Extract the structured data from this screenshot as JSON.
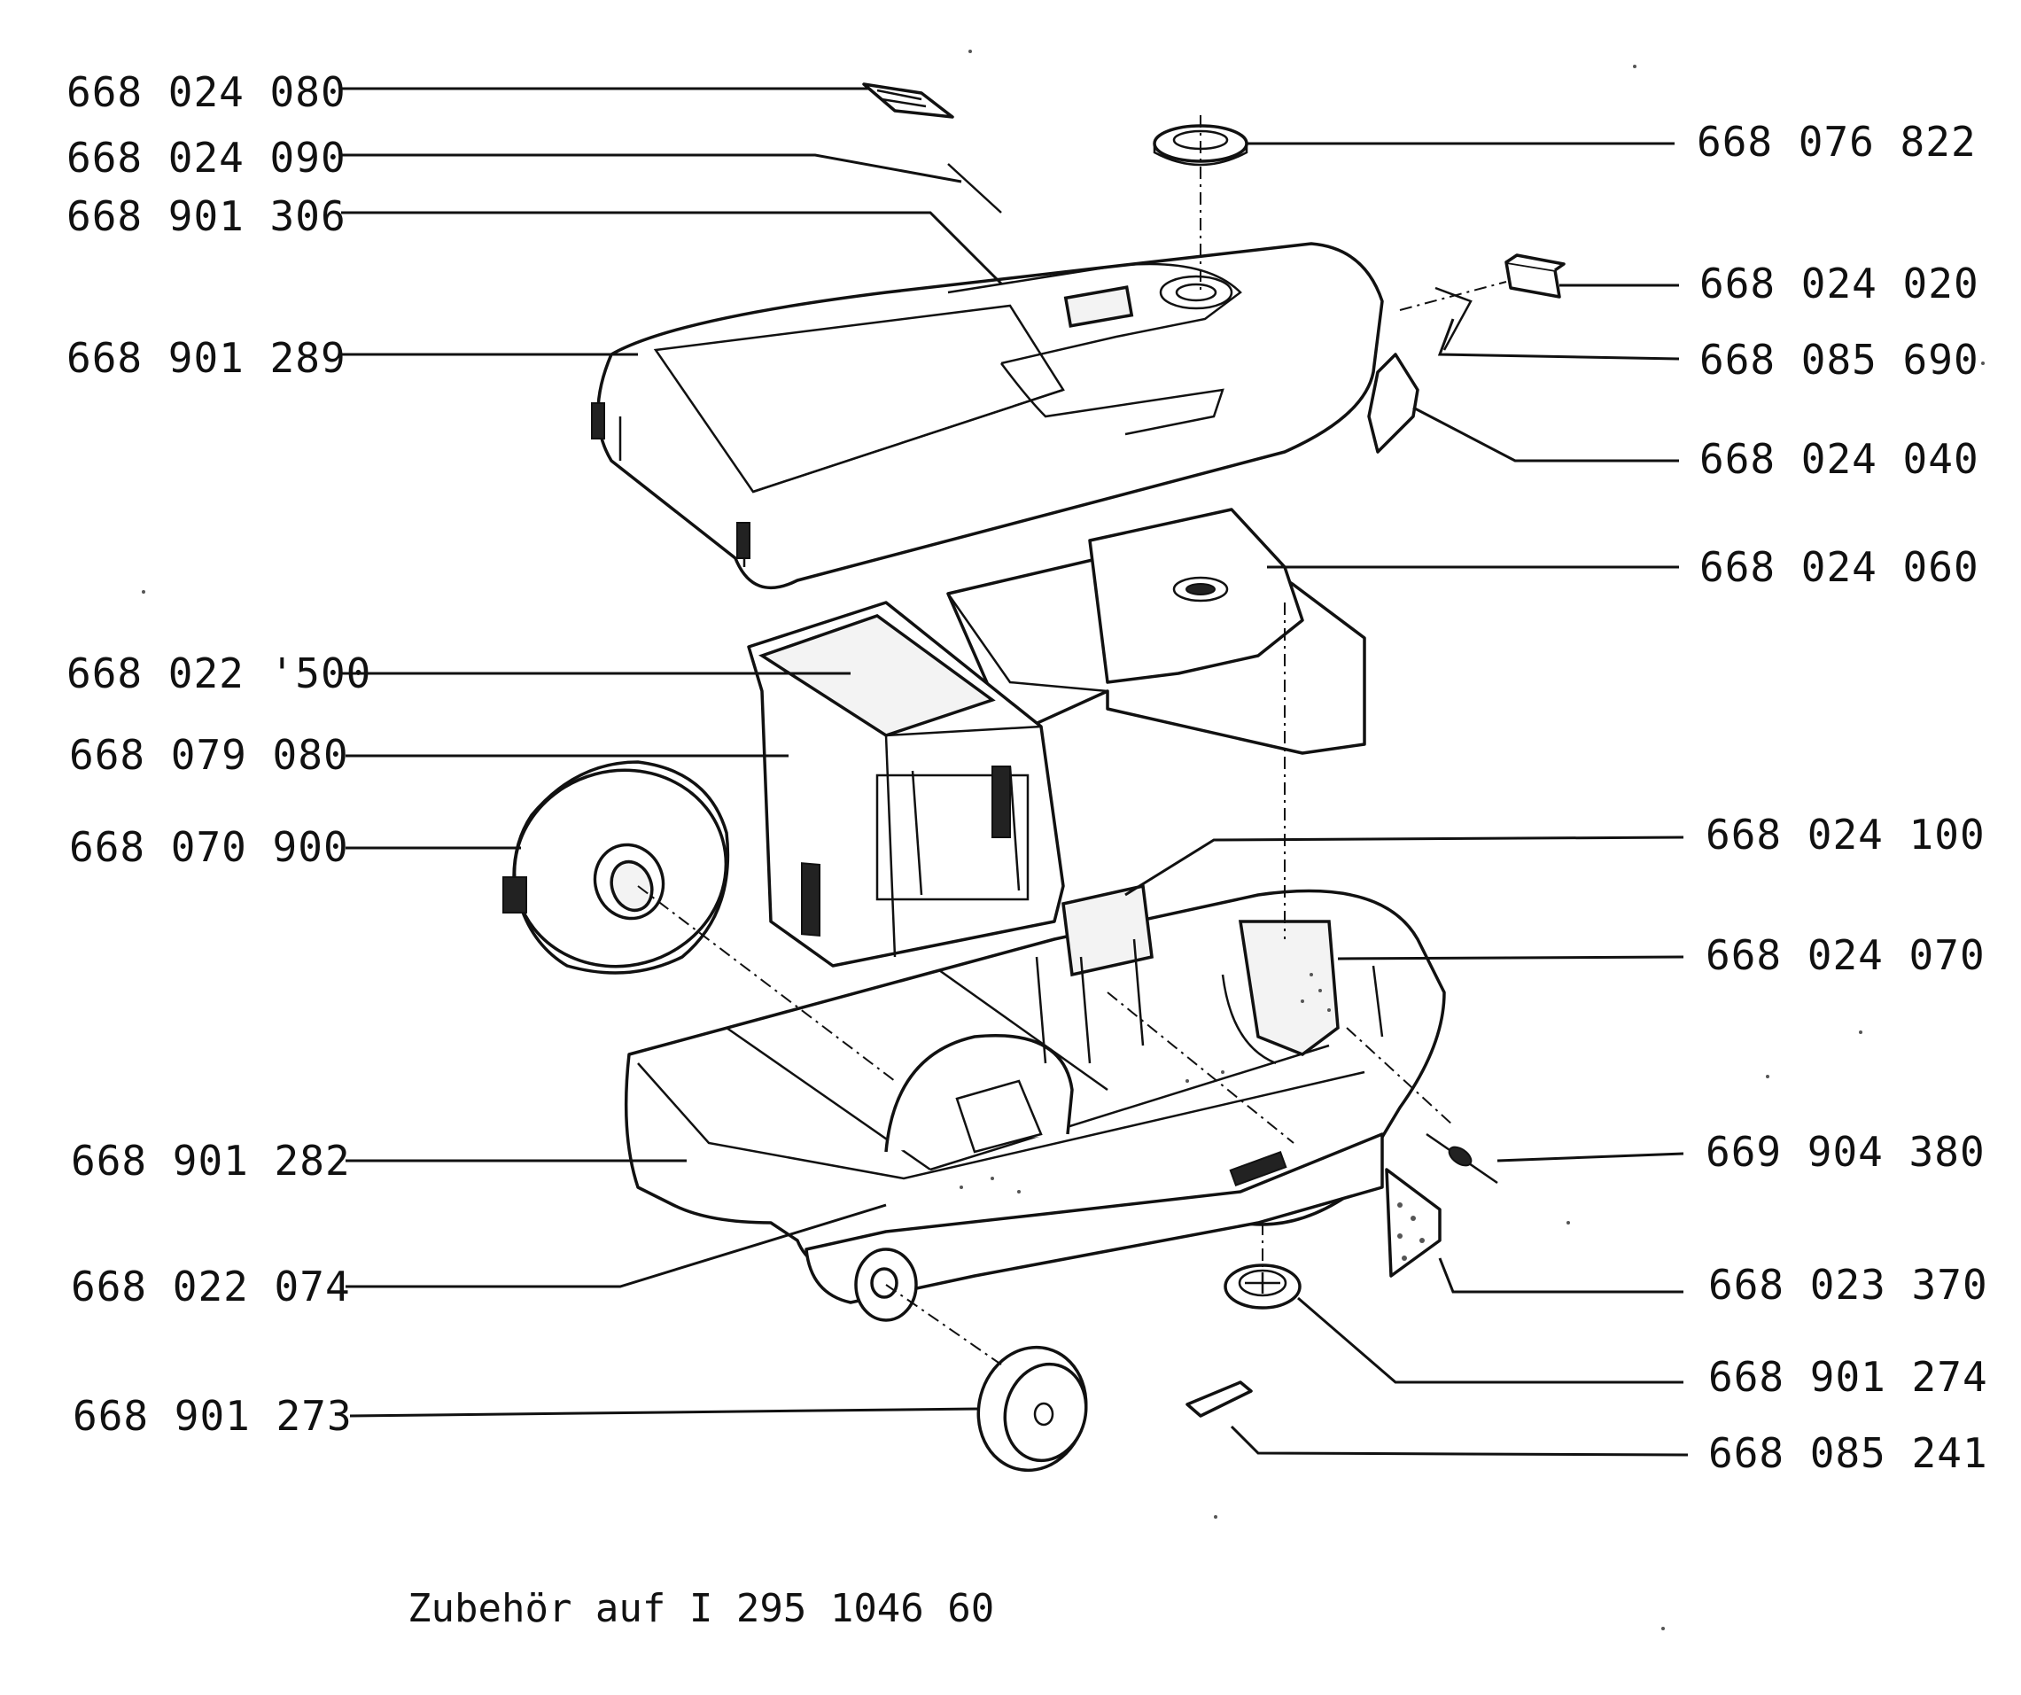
{
  "parts_left": [
    {
      "id": "p1",
      "number": "668 024 080"
    },
    {
      "id": "p2",
      "number": "668 024 090"
    },
    {
      "id": "p3",
      "number": "668 901 306"
    },
    {
      "id": "p4",
      "number": "668 901 289"
    },
    {
      "id": "p5",
      "number": "668 022 '500"
    },
    {
      "id": "p6",
      "number": "668 079 080"
    },
    {
      "id": "p7",
      "number": "668 070 900"
    },
    {
      "id": "p8",
      "number": "668 901 282"
    },
    {
      "id": "p9",
      "number": "668 022 074"
    },
    {
      "id": "p10",
      "number": "668 901 273"
    }
  ],
  "parts_right": [
    {
      "id": "q1",
      "number": "668 076 822"
    },
    {
      "id": "q2",
      "number": "668 024 020"
    },
    {
      "id": "q3",
      "number": "668 085 690"
    },
    {
      "id": "q4",
      "number": "668 024 040"
    },
    {
      "id": "q5",
      "number": "668 024 060"
    },
    {
      "id": "q6",
      "number": "668 024 100"
    },
    {
      "id": "q7",
      "number": "668 024 070"
    },
    {
      "id": "q8",
      "number": "669 904 380"
    },
    {
      "id": "q9",
      "number": "668 023 370"
    },
    {
      "id": "q10",
      "number": "668 901 274"
    },
    {
      "id": "q11",
      "number": "668 085 241"
    }
  ],
  "footer": "Zubehör auf I 295 1046 60"
}
